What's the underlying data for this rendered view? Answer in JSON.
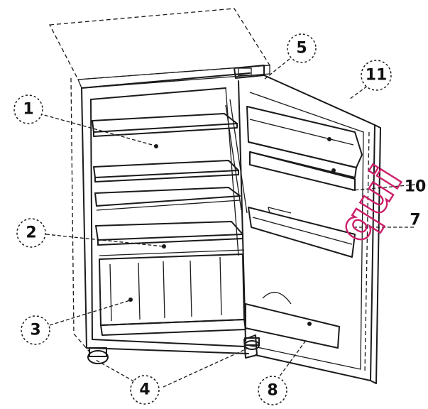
{
  "diagram": {
    "callouts": [
      {
        "id": "1",
        "label": "1"
      },
      {
        "id": "2",
        "label": "2"
      },
      {
        "id": "3",
        "label": "3"
      },
      {
        "id": "4",
        "label": "4"
      },
      {
        "id": "5",
        "label": "5"
      },
      {
        "id": "7",
        "label": "7"
      },
      {
        "id": "8",
        "label": "8"
      },
      {
        "id": "10",
        "label": "10"
      },
      {
        "id": "11",
        "label": "11"
      }
    ]
  },
  "watermark": {
    "text": "qui",
    "color": "#cc1f6a"
  },
  "colors": {
    "line": "#1a1a1a",
    "background": "#ffffff"
  }
}
